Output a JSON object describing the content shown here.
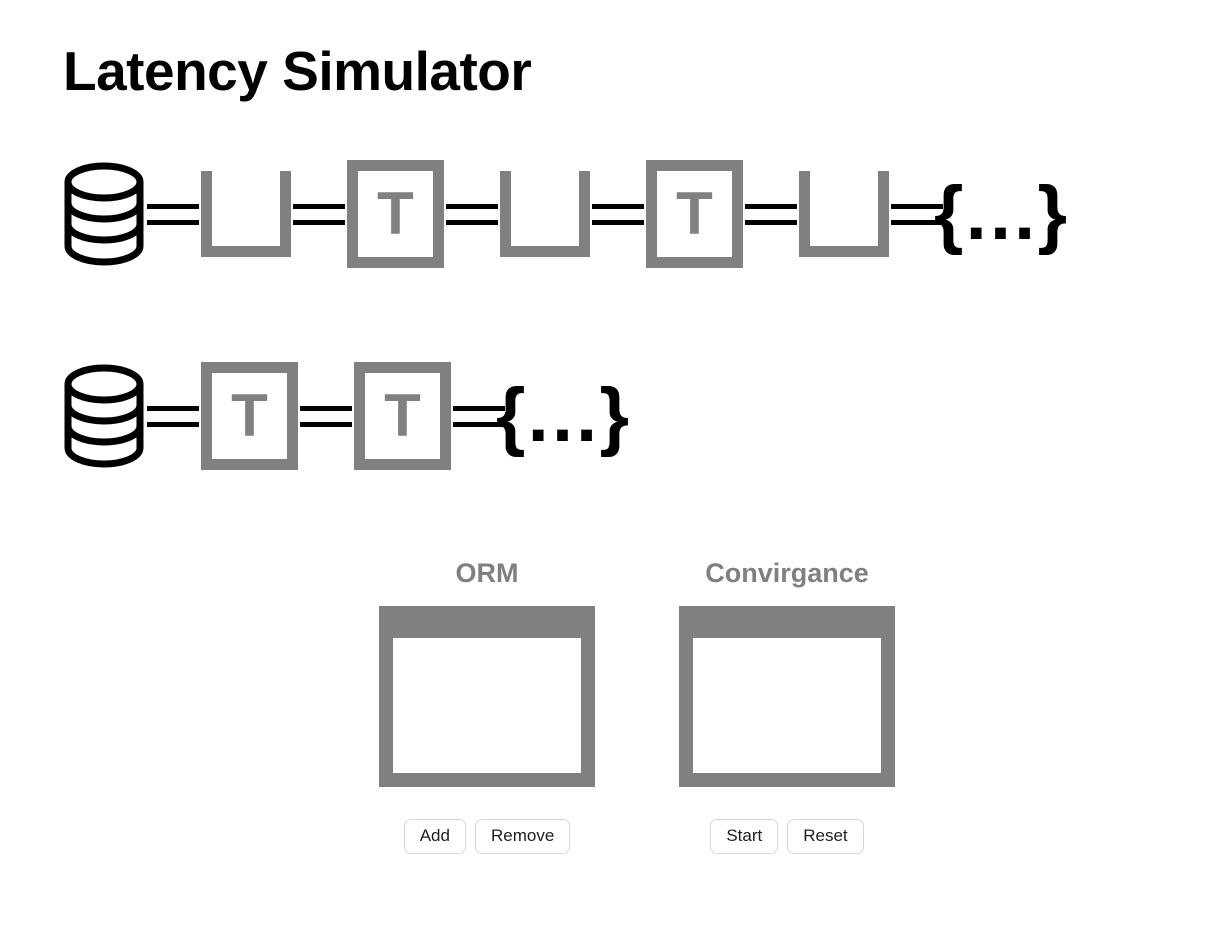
{
  "page": {
    "title": "Latency Simulator",
    "background_color": "#ffffff"
  },
  "colors": {
    "title": "#000000",
    "gray_glyph": "#808080",
    "connector": "#000000",
    "panel_frame": "#808080",
    "panel_canvas": "#ffffff",
    "button_border": "#d8d8d8",
    "button_text": "#1d1d1f"
  },
  "pipelines": [
    {
      "name": "orm-pipeline",
      "nodes": [
        {
          "type": "database",
          "icon": "database-icon",
          "label": ""
        },
        {
          "type": "connector",
          "icon": "equals-connector-icon",
          "label": "="
        },
        {
          "type": "bucket",
          "icon": "bucket-icon",
          "label": ""
        },
        {
          "type": "connector",
          "icon": "equals-connector-icon",
          "label": "="
        },
        {
          "type": "transform",
          "icon": "transform-box-icon",
          "label": "T"
        },
        {
          "type": "connector",
          "icon": "equals-connector-icon",
          "label": "="
        },
        {
          "type": "bucket",
          "icon": "bucket-icon",
          "label": ""
        },
        {
          "type": "connector",
          "icon": "equals-connector-icon",
          "label": "="
        },
        {
          "type": "transform",
          "icon": "transform-box-icon",
          "label": "T"
        },
        {
          "type": "connector",
          "icon": "equals-connector-icon",
          "label": "="
        },
        {
          "type": "bucket",
          "icon": "bucket-icon",
          "label": ""
        },
        {
          "type": "connector",
          "icon": "equals-connector-icon",
          "label": "="
        },
        {
          "type": "json",
          "icon": "json-object-icon",
          "label": "{…}"
        }
      ]
    },
    {
      "name": "convirgance-pipeline",
      "nodes": [
        {
          "type": "database",
          "icon": "database-icon",
          "label": ""
        },
        {
          "type": "connector",
          "icon": "equals-connector-icon",
          "label": "="
        },
        {
          "type": "transform",
          "icon": "transform-box-icon",
          "label": "T"
        },
        {
          "type": "connector",
          "icon": "equals-connector-icon",
          "label": "="
        },
        {
          "type": "transform",
          "icon": "transform-box-icon",
          "label": "T"
        },
        {
          "type": "connector",
          "icon": "equals-connector-icon",
          "label": "="
        },
        {
          "type": "json",
          "icon": "json-object-icon",
          "label": "{…}"
        }
      ]
    }
  ],
  "panels": [
    {
      "name": "orm",
      "label": "ORM",
      "canvas_content": "",
      "buttons": [
        {
          "name": "add-button",
          "label": "Add"
        },
        {
          "name": "remove-button",
          "label": "Remove"
        }
      ]
    },
    {
      "name": "convirgance",
      "label": "Convirgance",
      "canvas_content": "",
      "buttons": [
        {
          "name": "start-button",
          "label": "Start"
        },
        {
          "name": "reset-button",
          "label": "Reset"
        }
      ]
    }
  ]
}
